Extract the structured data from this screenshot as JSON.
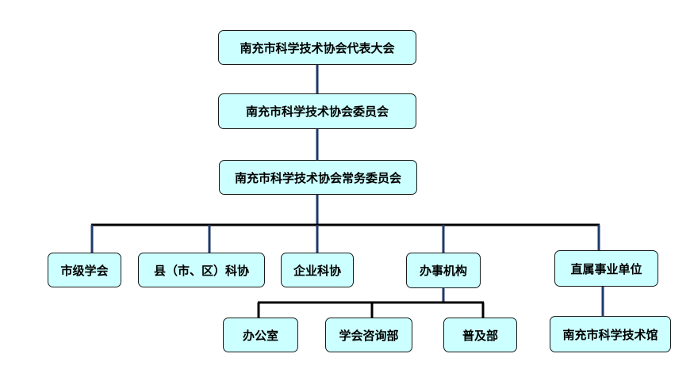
{
  "colors": {
    "node_fill": "#ccffff",
    "node_border": "#1a1a1a",
    "upper_connector": "#1f3a6b",
    "bus_line": "#000000"
  },
  "nodes": {
    "congress": "南充市科学技术协会代表大会",
    "committee": "南充市科学技术协会委员会",
    "standing": "南充市科学技术协会常务委员会",
    "city_societies": "市级学会",
    "county_assoc": "县（市、区）科协",
    "enterprise_assoc": "企业科协",
    "offices": "办事机构",
    "affiliated": "直属事业单位",
    "general_office": "办公室",
    "consulting": "学会咨询部",
    "popularization": "普及部",
    "museum": "南充市科学技术馆"
  }
}
